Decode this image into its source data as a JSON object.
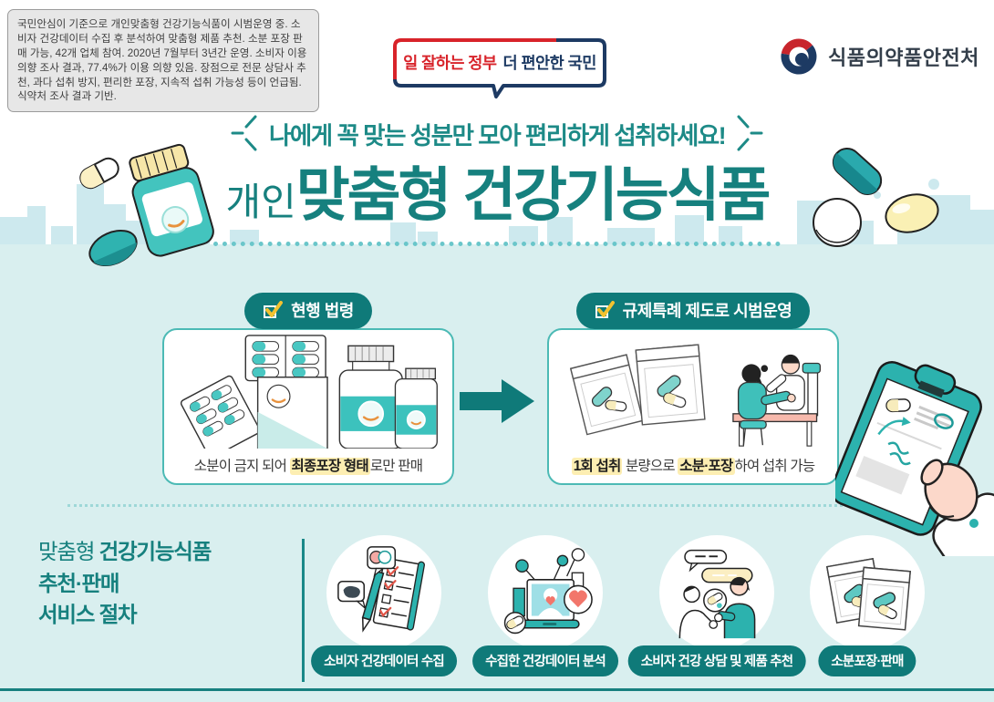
{
  "colors": {
    "teal": "#16807e",
    "teal_button": "#0f7a79",
    "pale_background": "#d9efef",
    "panel_border": "#4cbab5",
    "skyline_blue": "#cde9ee",
    "slogan_red": "#d8232a",
    "slogan_navy": "#1d3a63",
    "highlight_yellow": "#fdeeb2",
    "check_gold": "#f2c230"
  },
  "icons": {
    "badge-check-icon": "✔",
    "flow-arrow-icon": "➡"
  },
  "header": {
    "info_note": "국민안심이 기준으로 개인맞춤형 건강기능식품이 시범운영 중. 소비자 건강데이터 수집 후 분석하여 맞춤형 제품 추천. 소분 포장 판매 가능, 42개 업체 참여. 2020년 7월부터 3년간 운영. 소비자 이용 의향 조사 결과, 77.4%가 이용 의향 있음. 장점으로 전문 상담사 추천, 과다 섭취 방지, 편리한 포장, 지속적 섭취 가능성 등이 언급됨. 식약처 조사 결과 기반.",
    "slogan_red": "일 잘하는 정부",
    "slogan_navy": "더 편안한 국민",
    "agency_name": "식품의약품안전처"
  },
  "hero": {
    "tagline": "나에게 꼭 맞는 성분만 모아 편리하게 섭취하세요!",
    "title_prefix": "개인",
    "title_main": "맞춤형 건강기능식품"
  },
  "comparison": {
    "before": {
      "badge_label": "현행 법령",
      "caption": [
        {
          "text": "소분이 금지 되어 ",
          "highlight": false
        },
        {
          "text": "최종포장 형태",
          "highlight": true
        },
        {
          "text": "로만 판매",
          "highlight": false
        }
      ]
    },
    "after": {
      "badge_label": "규제특례 제도로 시범운영",
      "caption": [
        {
          "text": "1회 섭취",
          "highlight": true
        },
        {
          "text": " 분량으로 ",
          "highlight": false
        },
        {
          "text": "소분·포장",
          "highlight": true
        },
        {
          "text": "하여 섭취 가능",
          "highlight": false
        }
      ]
    }
  },
  "process": {
    "title_line1_regular": "맞춤형 ",
    "title_line1_bold": "건강기능식품",
    "title_line2": "추천·판매",
    "title_line3": "서비스 절차",
    "steps": [
      {
        "label": "소비자 건강데이터 수집",
        "icon": "health-data-checklist"
      },
      {
        "label": "수집한 건강데이터 분석",
        "icon": "data-analysis-laptop"
      },
      {
        "label": "소비자 건강 상담 및 제품 추천",
        "icon": "consultation-people"
      },
      {
        "label": "소분포장·판매",
        "icon": "portion-pack-pouches"
      }
    ]
  }
}
